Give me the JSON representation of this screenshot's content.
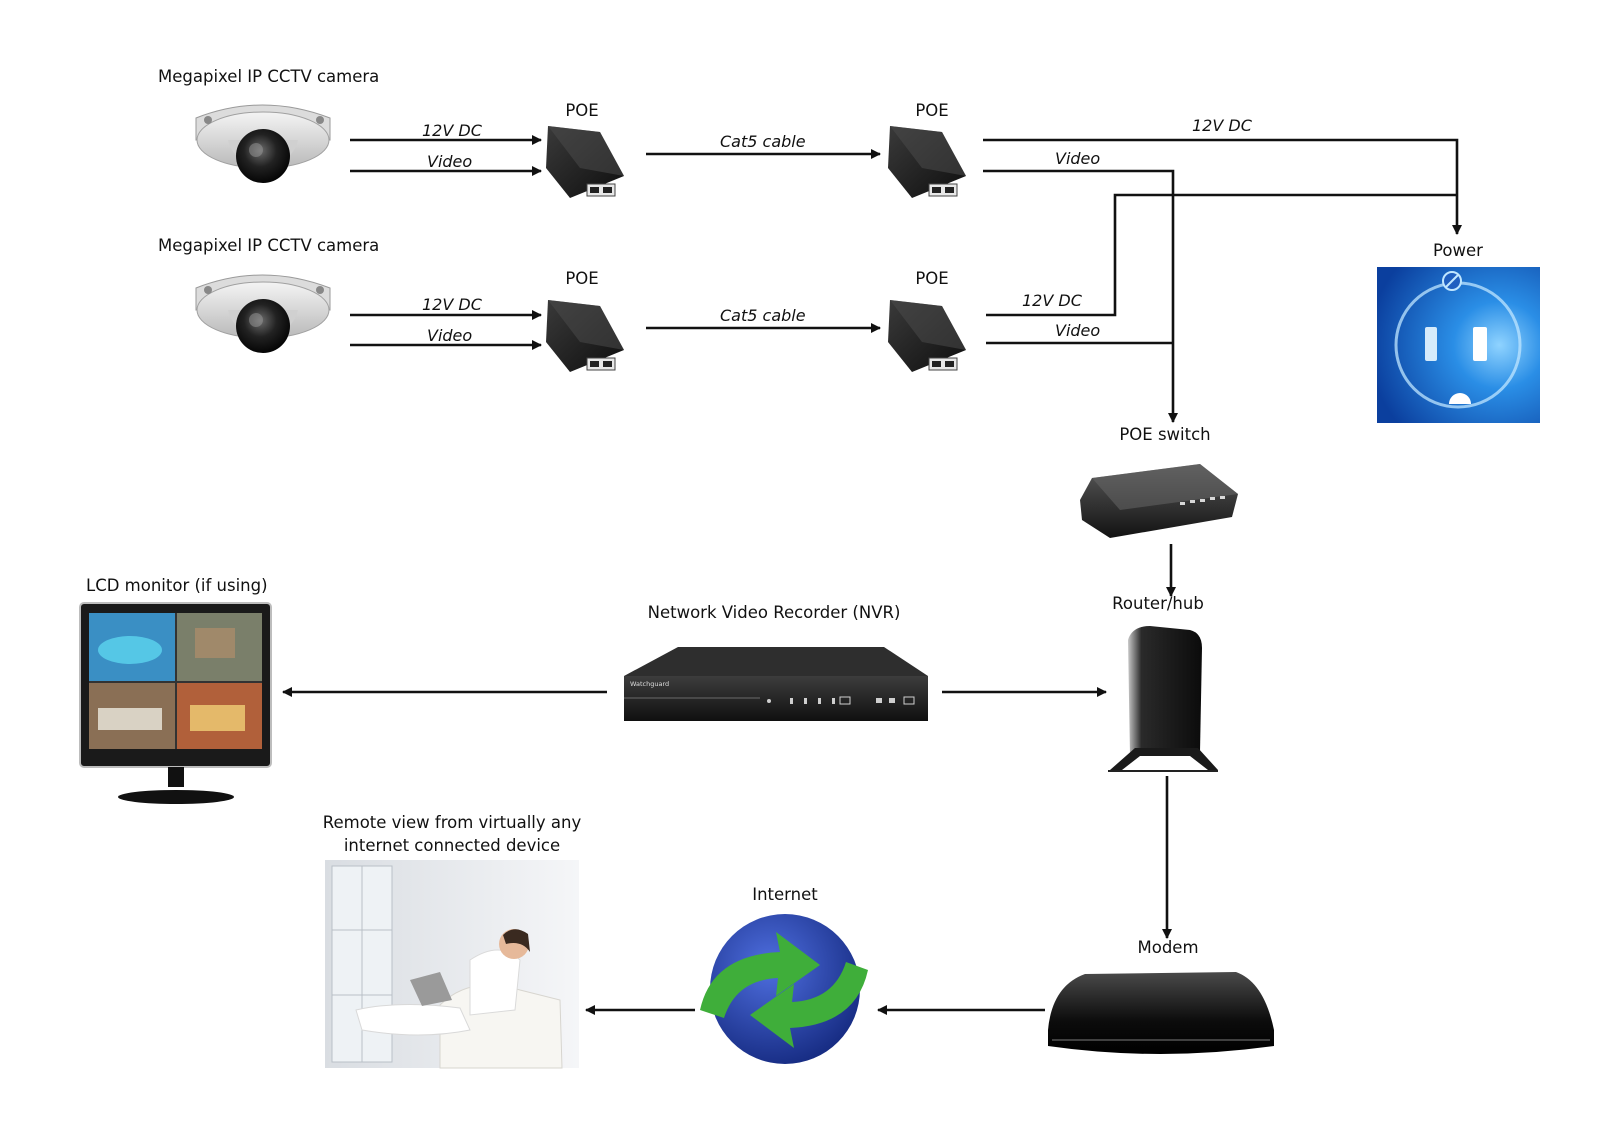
{
  "labels": {
    "camera_1": "Megapixel IP  CCTV camera",
    "camera_2": "Megapixel IP  CCTV camera",
    "poe_1a": "POE",
    "poe_1b": "POE",
    "poe_2a": "POE",
    "poe_2b": "POE",
    "power": "Power",
    "poe_switch": "POE switch",
    "router_hub": "Router/hub",
    "nvr": "Network Video Recorder (NVR)",
    "lcd_monitor": "LCD monitor (if using)",
    "modem": "Modem",
    "internet": "Internet",
    "remote_view_line1": "Remote view from virtually any",
    "remote_view_line2": "internet connected device"
  },
  "wire_labels": {
    "row1_dc_in": "12V DC",
    "row1_video_in": "Video",
    "row1_cable": "Cat5 cable",
    "row1_dc_out": "12V DC",
    "row1_video_out": "Video",
    "row2_dc_in": "12V DC",
    "row2_video_in": "Video",
    "row2_cable": "Cat5 cable",
    "row2_dc_out": "12V DC",
    "row2_video_out": "Video"
  },
  "nvr_brand": "Watchguard",
  "colors": {
    "line": "#111111",
    "outlet_blue": "#1a4fb8",
    "globe_blue": "#1f3fa0",
    "globe_arrow_green": "#3fae3a",
    "device_black": "#1c1c1c"
  }
}
